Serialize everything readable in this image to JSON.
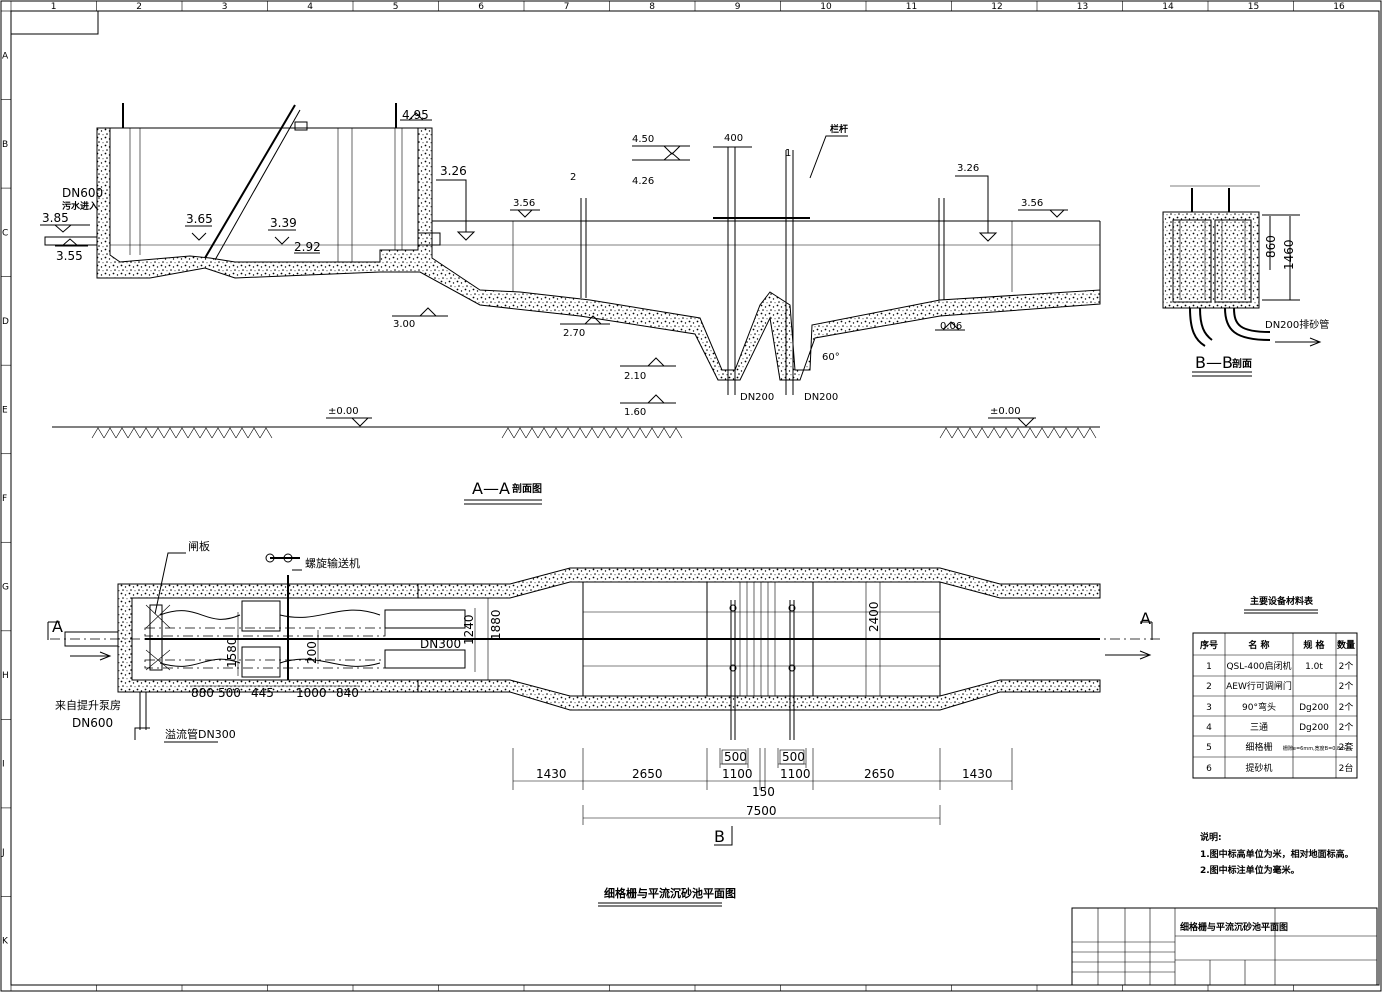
{
  "frame": {
    "col_numbers": [
      "1",
      "2",
      "3",
      "4",
      "5",
      "6",
      "7",
      "8",
      "9",
      "10",
      "11",
      "12",
      "13",
      "14",
      "15",
      "16"
    ],
    "row_letters": [
      "A",
      "B",
      "C",
      "D",
      "E",
      "F",
      "G",
      "H",
      "I",
      "J",
      "K"
    ]
  },
  "section_aa": {
    "title": "A—A",
    "title_suffix": "剖面图",
    "inlet_pipe": "DN600",
    "inlet_note": "污水进入",
    "elevations": {
      "e385": "3.85",
      "e355": "3.55",
      "e365": "3.65",
      "e339": "3.39",
      "e292": "2.92",
      "e495": "4.95",
      "e326a": "3.26",
      "e356a": "3.56",
      "e450": "4.50",
      "e426": "4.26",
      "e326b": "3.26",
      "e356b": "3.56",
      "e300": "3.00",
      "e270": "2.70",
      "e210": "2.10",
      "e160": "1.60",
      "e006": "0.06",
      "zero_a": "±0.00",
      "zero_b": "±0.00"
    },
    "dim_400": "400",
    "mark_1": "1",
    "mark_2": "2",
    "angle": "60°",
    "pipe_left": "DN200",
    "pipe_right": "DN200",
    "rail_note": "栏杆"
  },
  "section_bb": {
    "title": "B—B",
    "title_suffix": "剖面",
    "dim_860": "860",
    "dim_1460": "1460",
    "drain_pipe": "DN200排砂管"
  },
  "plan": {
    "title": "细格栅与平流沉砂池平面图",
    "label_gate": "闸板",
    "label_screw": "螺旋输送机",
    "label_from_pump": "来自提升泵房",
    "label_dn600": "DN600",
    "label_overflow": "溢流管DN300",
    "label_dn300": "DN300",
    "section_a_left": "A",
    "section_a_right": "A",
    "section_b": "B",
    "dims_small": [
      "880",
      "500",
      "445",
      "1000",
      "840"
    ],
    "dim_1580": "1580",
    "dim_200": "200",
    "dim_1240": "1240",
    "dim_1880": "1880",
    "dim_2400": "2400",
    "dim_500a": "500",
    "dim_500b": "500",
    "dims_row": [
      "1430",
      "2650",
      "1100",
      "1100",
      "2650",
      "1430"
    ],
    "dim_150": "150",
    "dim_7500": "7500"
  },
  "equipment_table": {
    "title": "主要设备材料表",
    "headers": [
      "序号",
      "名 称",
      "规 格",
      "数量"
    ],
    "rows": [
      [
        "1",
        "QSL-400启闭机",
        "1.0t",
        "2个"
      ],
      [
        "2",
        "AEW行可调闸门",
        "",
        "2个"
      ],
      [
        "3",
        "90°弯头",
        "Dg200",
        "2个"
      ],
      [
        "4",
        "三通",
        "Dg200",
        "2个"
      ],
      [
        "5",
        "细格栅",
        "栅隙e=6mm,宽度B=0.8m",
        "2套"
      ],
      [
        "6",
        "提砂机",
        "",
        "2台"
      ]
    ]
  },
  "notes": {
    "heading": "说明:",
    "line1": "1.图中标高单位为米，相对地面标高。",
    "line2": "2.图中标注单位为毫米。"
  },
  "title_block": {
    "drawing_name": "细格栅与平流沉砂池平面图"
  }
}
